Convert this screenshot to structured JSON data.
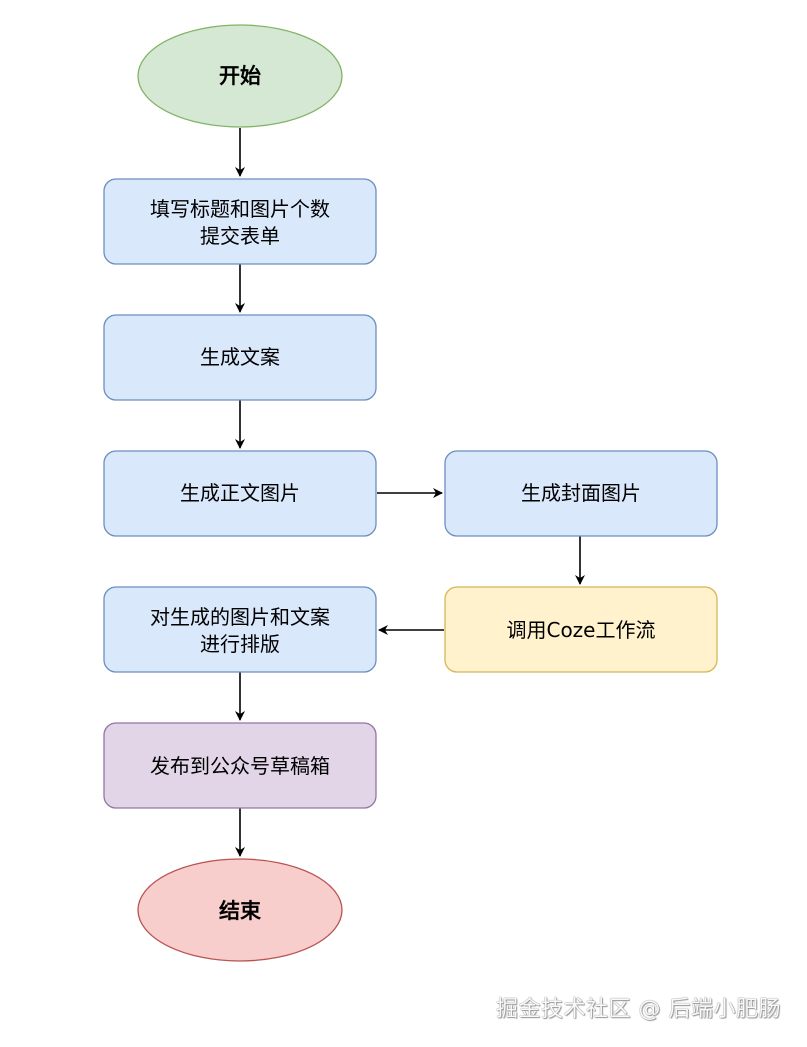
{
  "colors": {
    "start_fill": "#d5e8d4",
    "start_stroke": "#82b366",
    "process_fill": "#dae8fc",
    "process_stroke": "#6c8ebf",
    "external_fill": "#fff2cc",
    "external_stroke": "#d6b656",
    "publish_fill": "#e1d5e7",
    "publish_stroke": "#9673a6",
    "end_fill": "#f8cecc",
    "end_stroke": "#b85450",
    "arrow": "#000000"
  },
  "nodes": {
    "start": {
      "label": "开始"
    },
    "fill_form": {
      "line1": "填写标题和图片个数",
      "line2": "提交表单"
    },
    "gen_copy": {
      "label": "生成文案"
    },
    "gen_body_images": {
      "label": "生成正文图片"
    },
    "gen_cover": {
      "label": "生成封面图片"
    },
    "call_coze": {
      "label": "调用Coze工作流"
    },
    "layout": {
      "line1": "对生成的图片和文案",
      "line2": "进行排版"
    },
    "publish": {
      "label": "发布到公众号草稿箱"
    },
    "end": {
      "label": "结束"
    }
  },
  "watermark": "掘金技术社区 @ 后端小肥肠"
}
